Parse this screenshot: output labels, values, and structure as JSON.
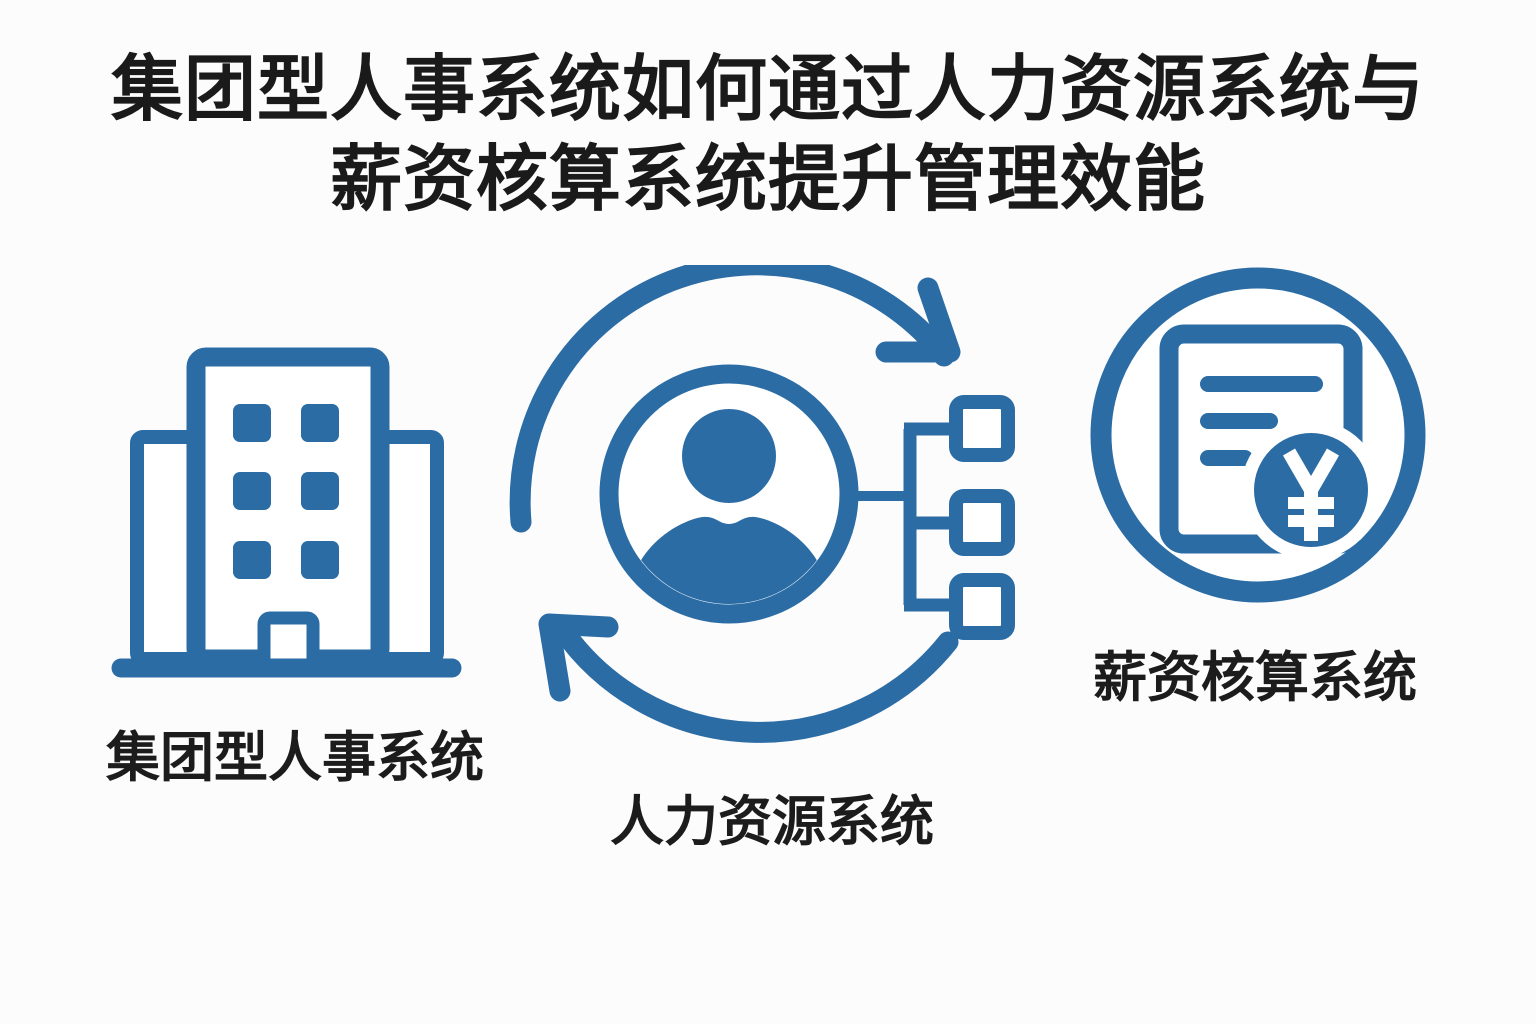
{
  "title": {
    "line1": "集团型人事系统如何通过人力资源系统与",
    "line2": "薪资核算系统提升管理效能"
  },
  "groups": [
    {
      "label": "集团型人事系统",
      "icon": "office-building-icon"
    },
    {
      "label": "人力资源系统",
      "icon": "person-sync-orgchart-icon"
    },
    {
      "label": "薪资核算系统",
      "icon": "payroll-document-yen-icon",
      "badge_symbol": "¥"
    }
  ],
  "colors": {
    "accent": "#2b6ca5",
    "text": "#1a1a1a",
    "background": "#fcfcfd"
  }
}
